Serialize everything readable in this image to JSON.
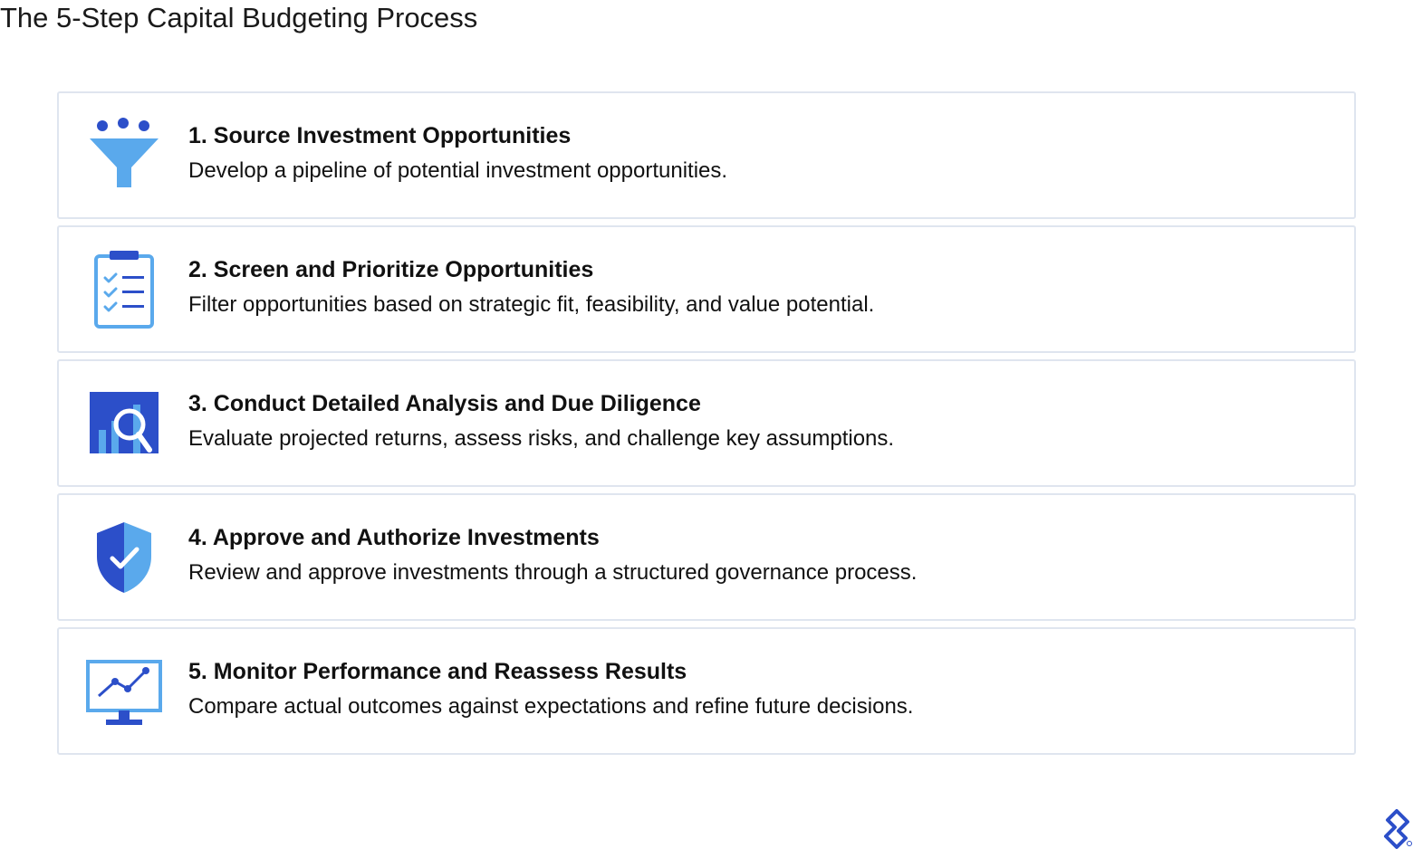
{
  "title": "The 5-Step Capital Budgeting Process",
  "colors": {
    "dark_blue": "#2c4fc9",
    "light_blue": "#5aa9ec",
    "card_border": "#dfe5ef",
    "text": "#111111"
  },
  "steps": [
    {
      "icon": "funnel-icon",
      "title": "1. Source Investment Opportunities",
      "description": "Develop a pipeline of potential investment opportunities."
    },
    {
      "icon": "clipboard-checklist-icon",
      "title": "2. Screen and Prioritize Opportunities",
      "description": "Filter opportunities based on strategic fit, feasibility, and value potential."
    },
    {
      "icon": "chart-magnifier-icon",
      "title": "3. Conduct Detailed Analysis and Due Diligence",
      "description": "Evaluate projected returns, assess risks, and challenge key assumptions."
    },
    {
      "icon": "shield-check-icon",
      "title": "4. Approve and Authorize Investments",
      "description": "Review and approve investments through a structured governance process."
    },
    {
      "icon": "monitor-trend-icon",
      "title": "5. Monitor Performance and Reassess Results",
      "description": "Compare actual outcomes against expectations and refine future decisions."
    }
  ],
  "logo": {
    "icon": "brand-logo-icon"
  }
}
